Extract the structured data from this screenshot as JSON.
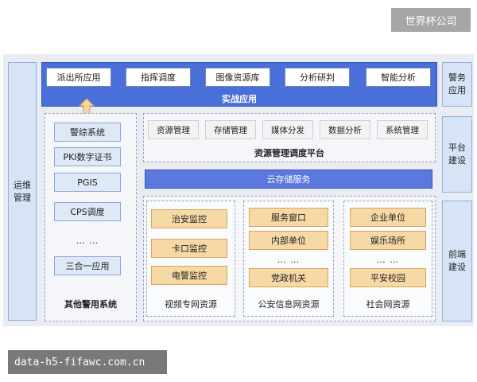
{
  "watermark_top": "世界杯公司",
  "watermark_bottom": "data-h5-fifawc.com.cn",
  "left_panel": {
    "label_line1": "运维",
    "label_line2": "管理"
  },
  "right_panels": [
    {
      "line1": "警务",
      "line2": "应用"
    },
    {
      "line1": "平台",
      "line2": "建设"
    },
    {
      "line1": "前端",
      "line2": "建设"
    }
  ],
  "top_band": {
    "title": "实战应用",
    "items": [
      "派出所应用",
      "指挥调度",
      "图像资源库",
      "分析研判",
      "智能分析"
    ]
  },
  "other_systems": {
    "title": "其他警用系统",
    "items": [
      "警综系统",
      "PKI数字证书",
      "PGIS",
      "CPS调度",
      "三合一应用"
    ],
    "dots": "… …"
  },
  "platform": {
    "title": "资源管理调度平台",
    "items": [
      "资源管理",
      "存储管理",
      "媒体分发",
      "数据分析",
      "系统管理"
    ]
  },
  "cloud": {
    "label": "云存储服务"
  },
  "networks": [
    {
      "title": "视频专网资源",
      "items": [
        "治安监控",
        "卡口监控",
        "电警监控"
      ]
    },
    {
      "title": "公安信息网资源",
      "items": [
        "服务窗口",
        "内部单位",
        "党政机关"
      ],
      "dots": "… …"
    },
    {
      "title": "社会网资源",
      "items": [
        "企业单位",
        "娱乐场所",
        "平安校园"
      ],
      "dots": "… …"
    }
  ],
  "colors": {
    "band": "#4a6fd8",
    "side": "#d6e4f6",
    "orange": "#f7d9a6"
  }
}
